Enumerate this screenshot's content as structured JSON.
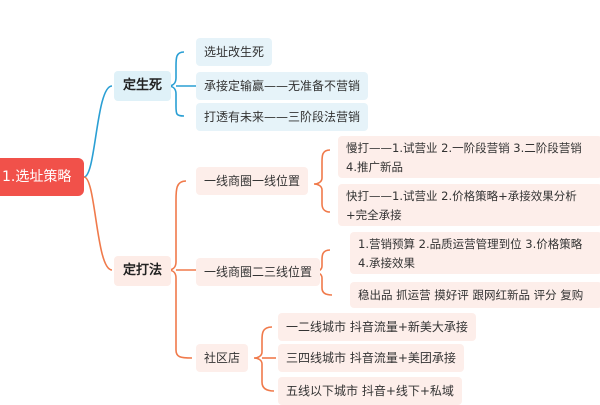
{
  "root": "1.选址策略",
  "colors": {
    "root": "#f1514a",
    "branch_blue": "#2a9fd4",
    "branch_orange": "#f07a4b"
  },
  "branch1": {
    "label": "定生死",
    "children": [
      "选址改生死",
      "承接定输赢——无准备不营销",
      "打透有未来——三阶段法营销"
    ]
  },
  "branch2": {
    "label": "定打法",
    "sub1": {
      "label": "一线商圈一线位置",
      "children": [
        "慢打——1.试营业 2.一阶段营销 3.二阶段营销 4.推广新品",
        "快打——1.试营业 2.价格策略+承接效果分析+完全承接"
      ]
    },
    "sub2": {
      "label": "一线商圈二三线位置",
      "children": [
        "1.营销预算 2.品质运营管理到位 3.价格策略 4.承接效果",
        "稳出品  抓运营  摸好评  跟网红新品  评分  复购"
      ]
    },
    "sub3": {
      "label": "社区店",
      "children": [
        "一二线城市  抖音流量+新美大承接",
        "三四线城市  抖音流量+美团承接",
        "五线以下城市 抖音+线下+私域"
      ]
    }
  }
}
